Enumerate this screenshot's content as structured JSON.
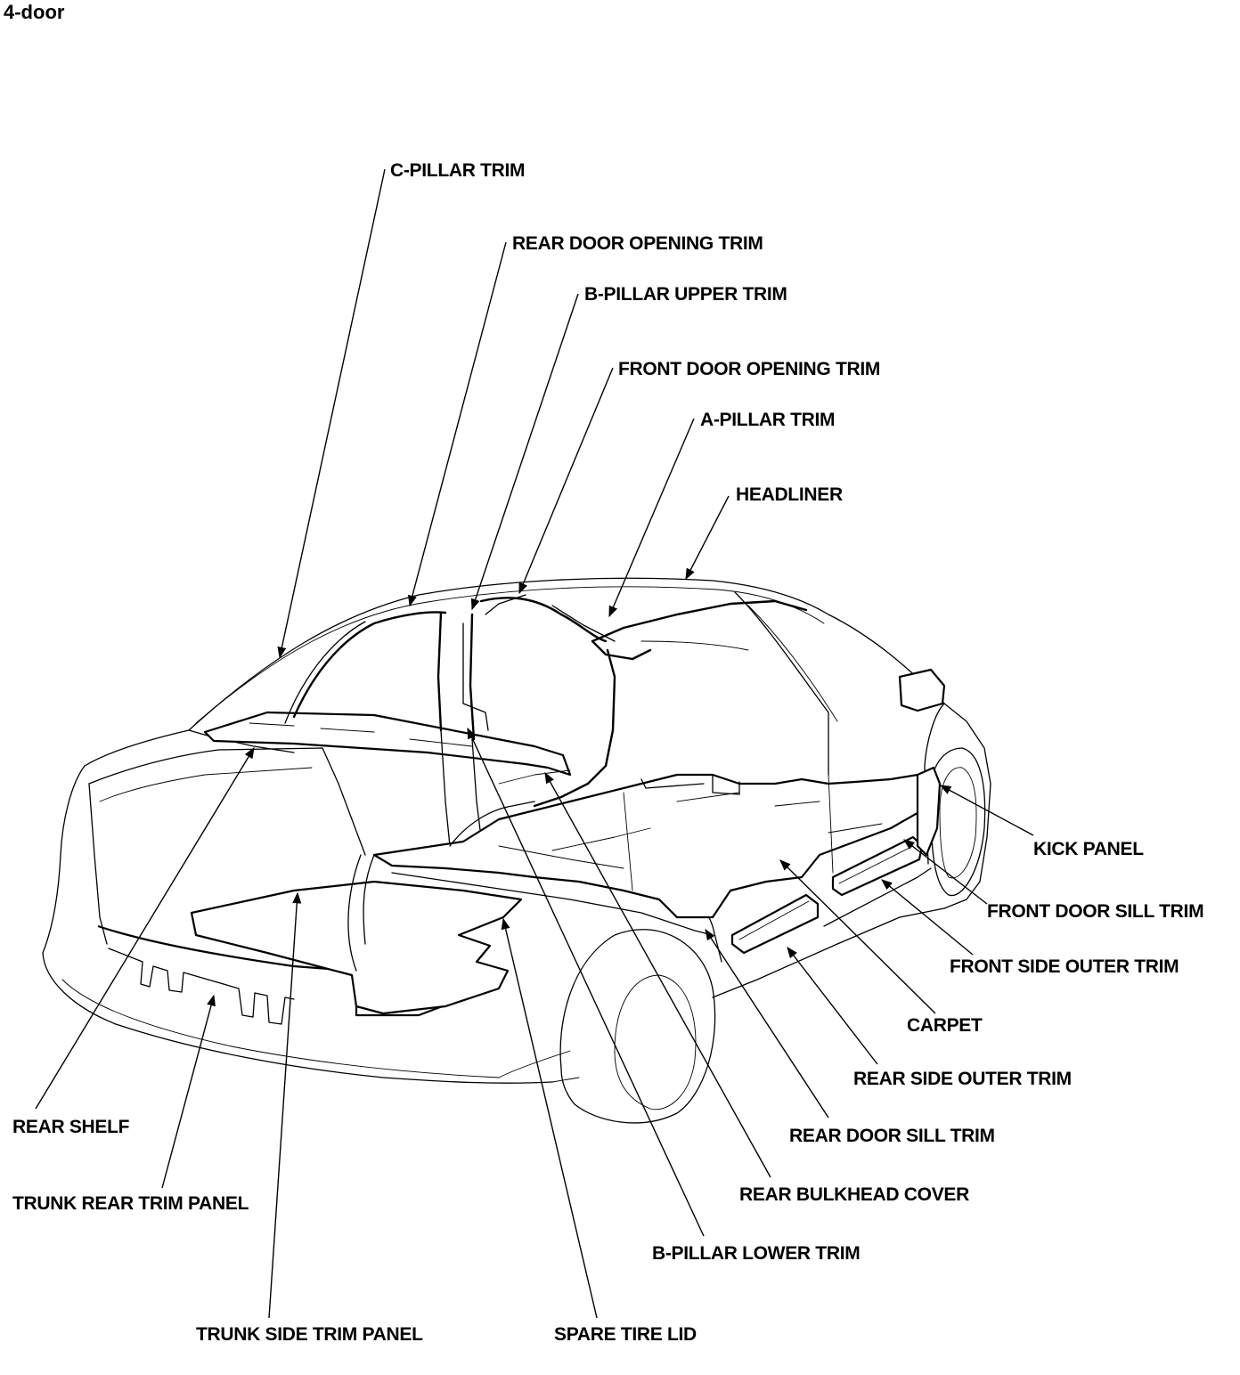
{
  "heading": "4-door",
  "labels": {
    "c_pillar_trim": "C-PILLAR TRIM",
    "rear_door_opening_trim": "REAR DOOR OPENING TRIM",
    "b_pillar_upper_trim": "B-PILLAR UPPER TRIM",
    "front_door_opening_trim": "FRONT DOOR OPENING TRIM",
    "a_pillar_trim": "A-PILLAR TRIM",
    "headliner": "HEADLINER",
    "kick_panel": "KICK PANEL",
    "front_door_sill_trim": "FRONT DOOR SILL TRIM",
    "front_side_outer_trim": "FRONT SIDE OUTER TRIM",
    "carpet": "CARPET",
    "rear_side_outer_trim": "REAR SIDE OUTER TRIM",
    "rear_door_sill_trim": "REAR DOOR SILL TRIM",
    "rear_bulkhead_cover": "REAR BULKHEAD COVER",
    "b_pillar_lower_trim": "B-PILLAR LOWER TRIM",
    "rear_shelf": "REAR SHELF",
    "trunk_rear_trim_panel": "TRUNK REAR TRIM PANEL",
    "trunk_side_trim_panel": "TRUNK SIDE TRIM PANEL",
    "spare_tire_lid": "SPARE TIRE LID"
  }
}
